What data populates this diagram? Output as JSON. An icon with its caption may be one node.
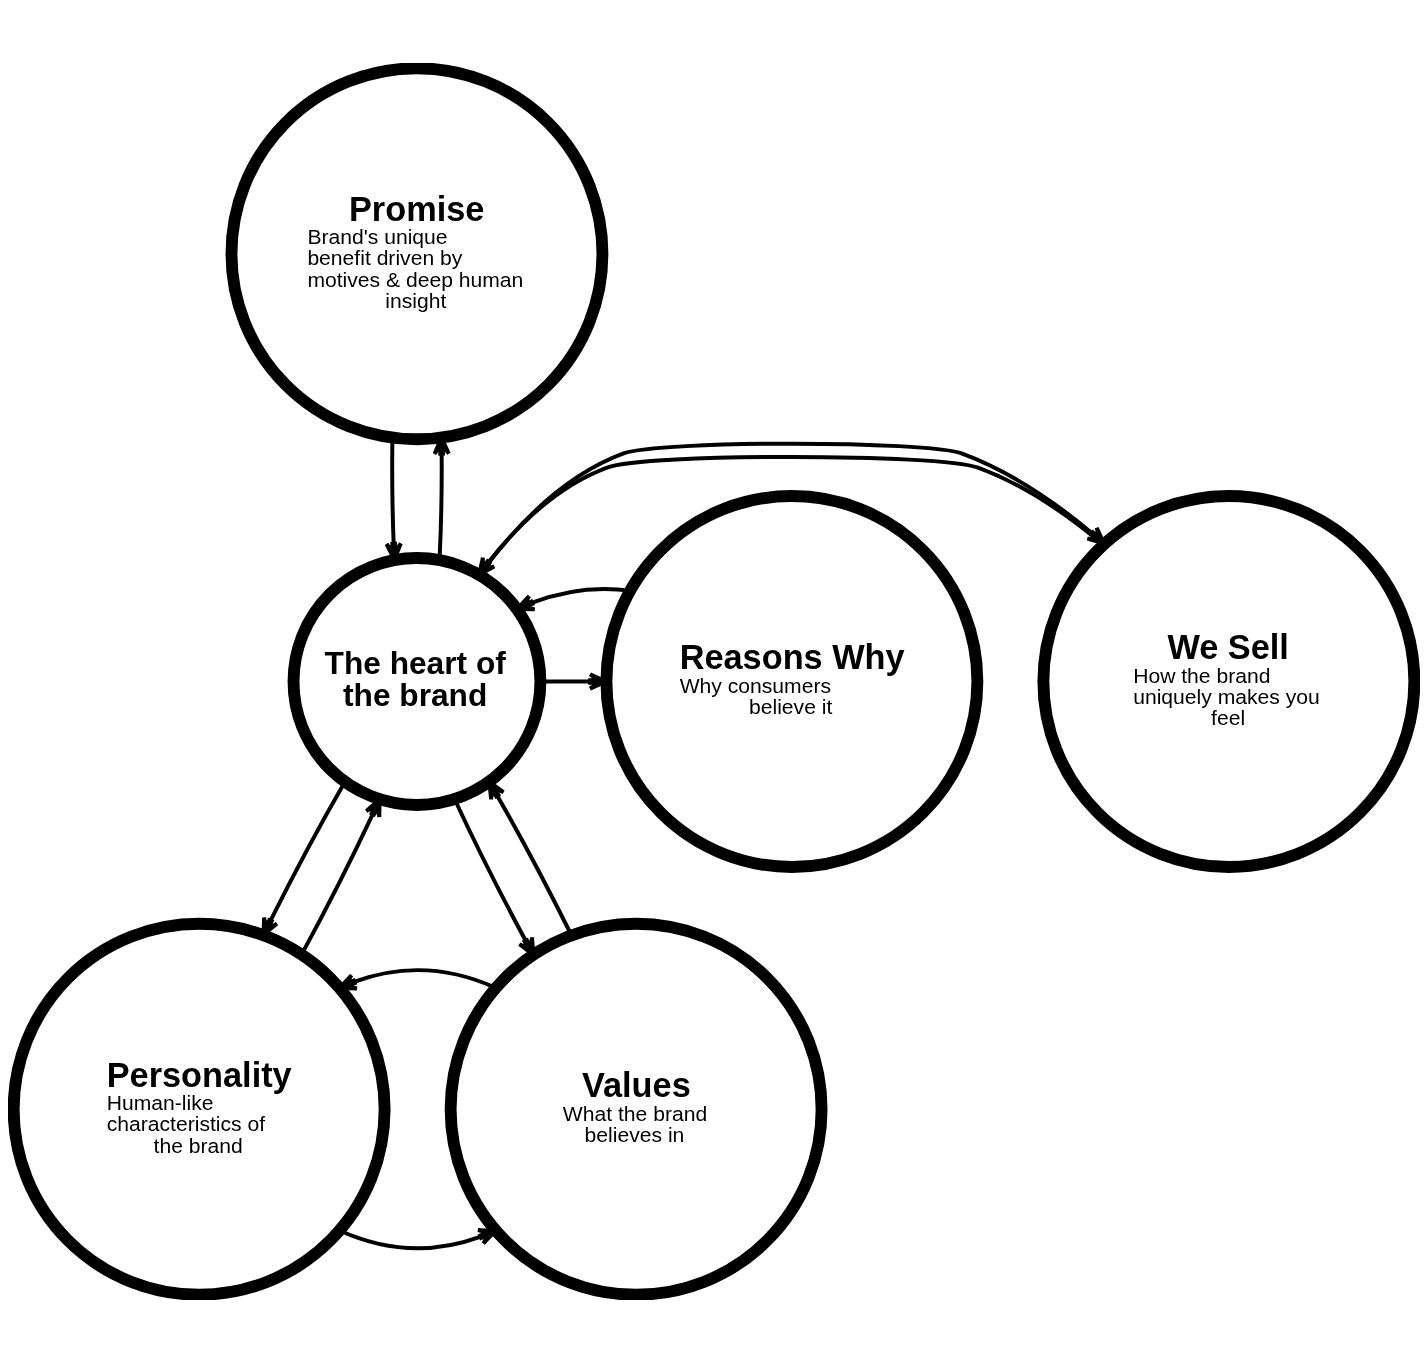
{
  "diagram": {
    "nodes": [
      {
        "text": [
          "Promise",
          "Brand's unique benefit driven by motives & deep human insight"
        ]
      },
      {
        "text": [
          "We Sell",
          "How the brand uniquely makes you feel"
        ]
      },
      {
        "text": [
          "Reasons Why",
          "Why consumers believe it"
        ]
      },
      {
        "text": [
          "The heart of the brand"
        ]
      },
      {
        "text": [
          "Personality",
          "Human-like characteristics of the brand"
        ]
      },
      {
        "text": [
          "Values",
          "What the brand believes in"
        ]
      }
    ],
    "edges": [
      {
        "from": 3,
        "to": 0,
        "arrow": "to"
      },
      {
        "from": 0,
        "to": 3,
        "arrow": "to"
      },
      {
        "from": 1,
        "to": 3,
        "arrow": "to"
      },
      {
        "from": 3,
        "to": 1,
        "arrow": "to"
      },
      {
        "from": 3,
        "to": 2,
        "arrow": "to"
      },
      {
        "from": 2,
        "to": 3,
        "arrow": "to"
      },
      {
        "from": 4,
        "to": 3,
        "arrow": "to"
      },
      {
        "from": 3,
        "to": 4,
        "arrow": "to"
      },
      {
        "from": 5,
        "to": 3,
        "arrow": "to"
      },
      {
        "from": 3,
        "to": 5,
        "arrow": "to"
      },
      {
        "from": 4,
        "to": 5,
        "arrow": "to"
      },
      {
        "from": 5,
        "to": 4,
        "arrow": "to"
      }
    ]
  }
}
